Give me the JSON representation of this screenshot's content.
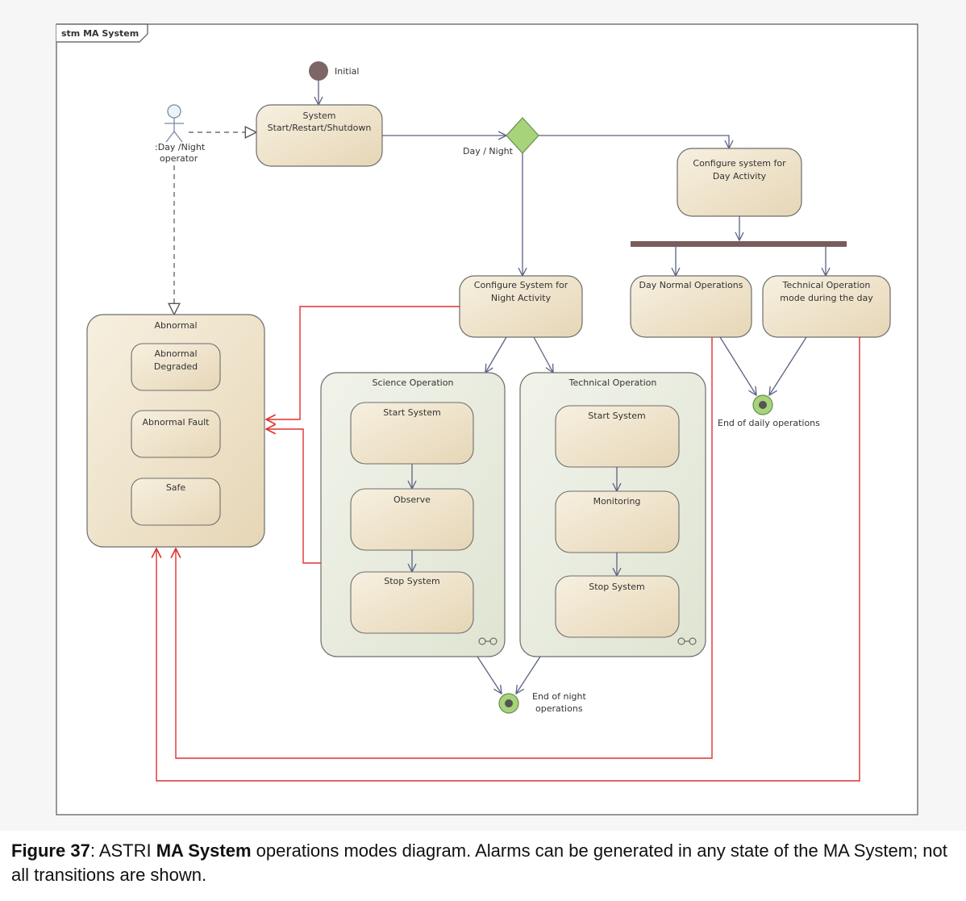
{
  "diagram": {
    "frame_title": "stm MA System",
    "initial_label": "Initial",
    "actor_label_1": ":Day /Night",
    "actor_label_2": "operator",
    "system_start_1": "System",
    "system_start_2": "Start/Restart/Shutdown",
    "decision_label": "Day / Night",
    "config_day_1": "Configure system for",
    "config_day_2": "Day Activity",
    "config_night_1": "Configure System for",
    "config_night_2": "Night Activity",
    "day_normal": "Day Normal Operations",
    "tech_day_1": "Technical Operation",
    "tech_day_2": "mode during the day",
    "end_daily": "End of daily operations",
    "abnormal": "Abnormal",
    "abnormal_degraded_1": "Abnormal",
    "abnormal_degraded_2": "Degraded",
    "abnormal_fault": "Abnormal Fault",
    "safe": "Safe",
    "science_op": "Science Operation",
    "sci_start": "Start System",
    "sci_observe": "Observe",
    "sci_stop": "Stop System",
    "technical_op": "Technical Operation",
    "tech_start": "Start System",
    "tech_monitoring": "Monitoring",
    "tech_stop": "Stop System",
    "end_night_1": "End of night",
    "end_night_2": "operations"
  },
  "caption": {
    "figure_label": "Figure 37",
    "text_1": ": ASTRI ",
    "bold_1": "MA System",
    "text_2": " operations modes diagram. Alarms can be generated in any state of the MA System; not all transitions are shown."
  },
  "colors": {
    "state_fill": "#efe3c8",
    "composite_fill": "#e9ecdf",
    "transition": "#5a6282",
    "alarm_transition": "#e03030",
    "decision_fill": "#a7d37a",
    "fork_bar": "#7a5c5c",
    "initial_node": "#7d6666",
    "final_node": "#a7d37a"
  }
}
